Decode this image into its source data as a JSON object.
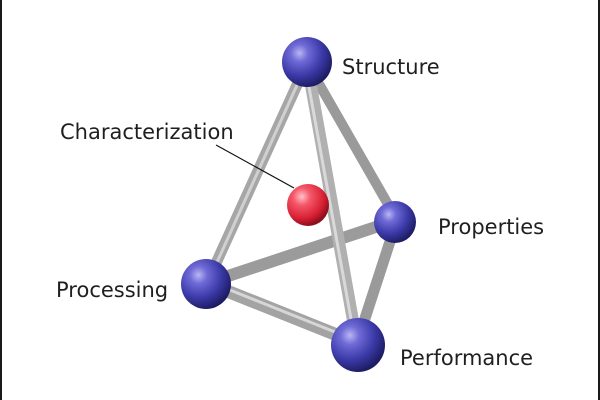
{
  "diagram": {
    "nodes": {
      "top": {
        "label": "Structure",
        "icon": "blue-sphere"
      },
      "right": {
        "label": "Properties",
        "icon": "blue-sphere"
      },
      "left": {
        "label": "Processing",
        "icon": "blue-sphere"
      },
      "bottom": {
        "label": "Performance",
        "icon": "blue-sphere"
      },
      "center": {
        "label": "Characterization",
        "icon": "red-sphere"
      }
    },
    "colors": {
      "vertex_sphere": "#3b3aa8",
      "center_sphere": "#e0283a",
      "rods": "#a9a9a9",
      "text": "#1f1f1f"
    }
  }
}
